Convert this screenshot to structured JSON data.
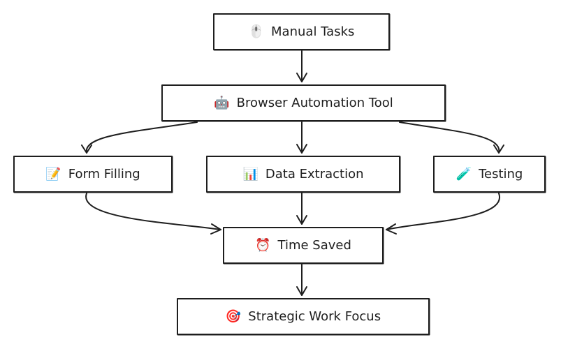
{
  "nodes": {
    "manual": {
      "icon": "🖱️",
      "label": "Manual Tasks"
    },
    "tool": {
      "icon": "🤖",
      "label": "Browser Automation Tool"
    },
    "form": {
      "icon": "📝",
      "label": "Form Filling"
    },
    "data": {
      "icon": "📊",
      "label": "Data Extraction"
    },
    "testing": {
      "icon": "🧪",
      "label": "Testing"
    },
    "time": {
      "icon": "⏰",
      "label": "Time Saved"
    },
    "focus": {
      "icon": "🎯",
      "label": "Strategic Work Focus"
    }
  },
  "edges": [
    {
      "from": "Manual Tasks",
      "to": "Browser Automation Tool"
    },
    {
      "from": "Browser Automation Tool",
      "to": "Form Filling"
    },
    {
      "from": "Browser Automation Tool",
      "to": "Data Extraction"
    },
    {
      "from": "Browser Automation Tool",
      "to": "Testing"
    },
    {
      "from": "Form Filling",
      "to": "Time Saved"
    },
    {
      "from": "Data Extraction",
      "to": "Time Saved"
    },
    {
      "from": "Testing",
      "to": "Time Saved"
    },
    {
      "from": "Time Saved",
      "to": "Strategic Work Focus"
    }
  ],
  "colors": {
    "stroke": "#1e1e1e",
    "background": "#ffffff"
  }
}
